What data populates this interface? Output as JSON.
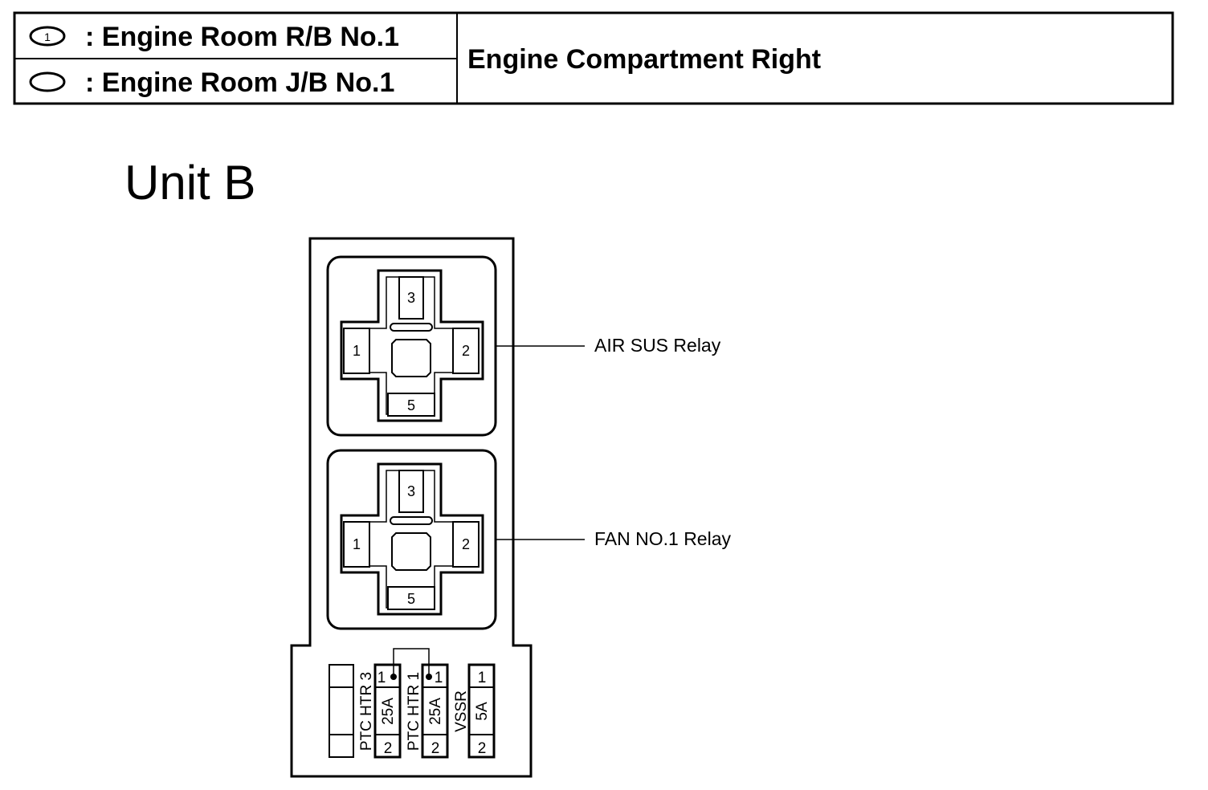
{
  "legend": {
    "row1_symbol_number": "1",
    "row1_label": ": Engine Room R/B No.1",
    "row2_label": ": Engine Room J/B No.1",
    "location": "Engine Compartment Right"
  },
  "unit_title": "Unit B",
  "relays": [
    {
      "name": "AIR SUS Relay",
      "terminals": {
        "top": "3",
        "left": "1",
        "right": "2",
        "bottom": "5"
      }
    },
    {
      "name": "FAN NO.1 Relay",
      "terminals": {
        "top": "3",
        "left": "1",
        "right": "2",
        "bottom": "5"
      }
    }
  ],
  "fuses": [
    {
      "name": "PTC HTR 3",
      "rating": "25A",
      "top_terminal": "1",
      "bottom_terminal": "2"
    },
    {
      "name": "PTC HTR 1",
      "rating": "25A",
      "top_terminal": "1",
      "bottom_terminal": "2"
    },
    {
      "name": "VSSR",
      "rating": "5A",
      "top_terminal": "1",
      "bottom_terminal": "2"
    }
  ]
}
